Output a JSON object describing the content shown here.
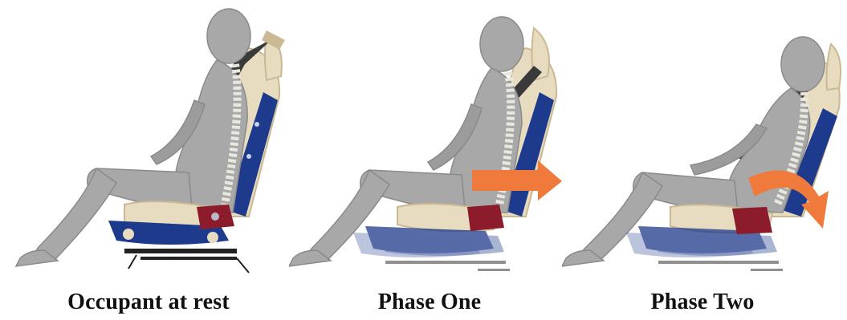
{
  "panels": [
    {
      "caption": "Occupant at rest",
      "arrow": "none",
      "seat_frame": "visible"
    },
    {
      "caption": "Phase One",
      "arrow": "straight-right",
      "seat_frame": "motion-blur"
    },
    {
      "caption": "Phase Two",
      "arrow": "curved-down-right",
      "seat_frame": "motion-blur"
    }
  ],
  "colors": {
    "body": "#a8a8a8",
    "body_shadow": "#8a8a8a",
    "spine": "#e8e8e0",
    "seat_cushion": "#e8dcc0",
    "seat_back_blue": "#1e3a8c",
    "mechanism_red": "#8c1c2c",
    "arrow_orange": "#f07a3c",
    "belt": "#3a3a3a",
    "rail": "#222222"
  }
}
